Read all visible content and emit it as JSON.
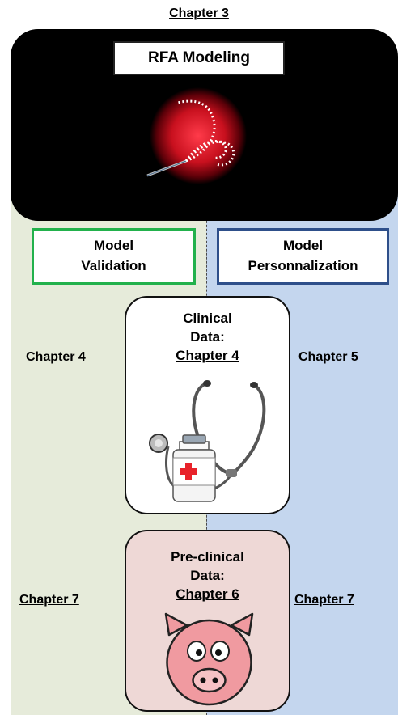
{
  "header": {
    "chapter": "Chapter 3"
  },
  "rfa": {
    "label": "RFA Modeling"
  },
  "left_column": {
    "title": [
      "Model",
      "Validation"
    ],
    "clinical_chapter": "Chapter  4",
    "preclinical_chapter": "Chapter  7"
  },
  "right_column": {
    "title": [
      "Model",
      "Personnalization"
    ],
    "clinical_chapter": "Chapter  5",
    "preclinical_chapter": "Chapter  7"
  },
  "clinical": {
    "title": [
      "Clinical",
      "Data:"
    ],
    "chapter": "Chapter 4",
    "icon": "stethoscope-icon"
  },
  "preclinical": {
    "title": [
      "Pre-clinical",
      "Data:"
    ],
    "chapter": "Chapter 6",
    "icon": "pig-icon"
  },
  "colors": {
    "left_bg": "#e6ebda",
    "right_bg": "#c4d6ee",
    "validation_border": "#22b14c",
    "personnalization_border": "#2e4f8a",
    "preclinical_bg": "#eed8d6"
  }
}
